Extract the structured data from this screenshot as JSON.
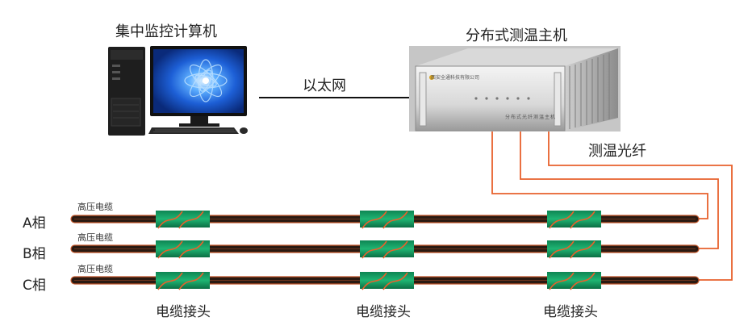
{
  "computer": {
    "label": "集中监控计算机"
  },
  "host": {
    "label": "分布式测温主机",
    "brand": "西安全通科技有限公司",
    "panel_text": "分布式光纤测温主机"
  },
  "network": {
    "label": "以太网"
  },
  "fiber": {
    "label": "测温光纤",
    "color": "#e8612c"
  },
  "cables": [
    {
      "phase": "A相",
      "label": "高压电缆"
    },
    {
      "phase": "B相",
      "label": "高压电缆"
    },
    {
      "phase": "C相",
      "label": "高压电缆"
    }
  ],
  "joints": [
    {
      "label": "电缆接头"
    },
    {
      "label": "电缆接头"
    },
    {
      "label": "电缆接头"
    }
  ],
  "colors": {
    "cable": "#2a1a12",
    "cable_edge": "#c2562a",
    "joint": "#14a466",
    "joint_dark": "#0c7c4c",
    "screen": "#1c52c8"
  }
}
